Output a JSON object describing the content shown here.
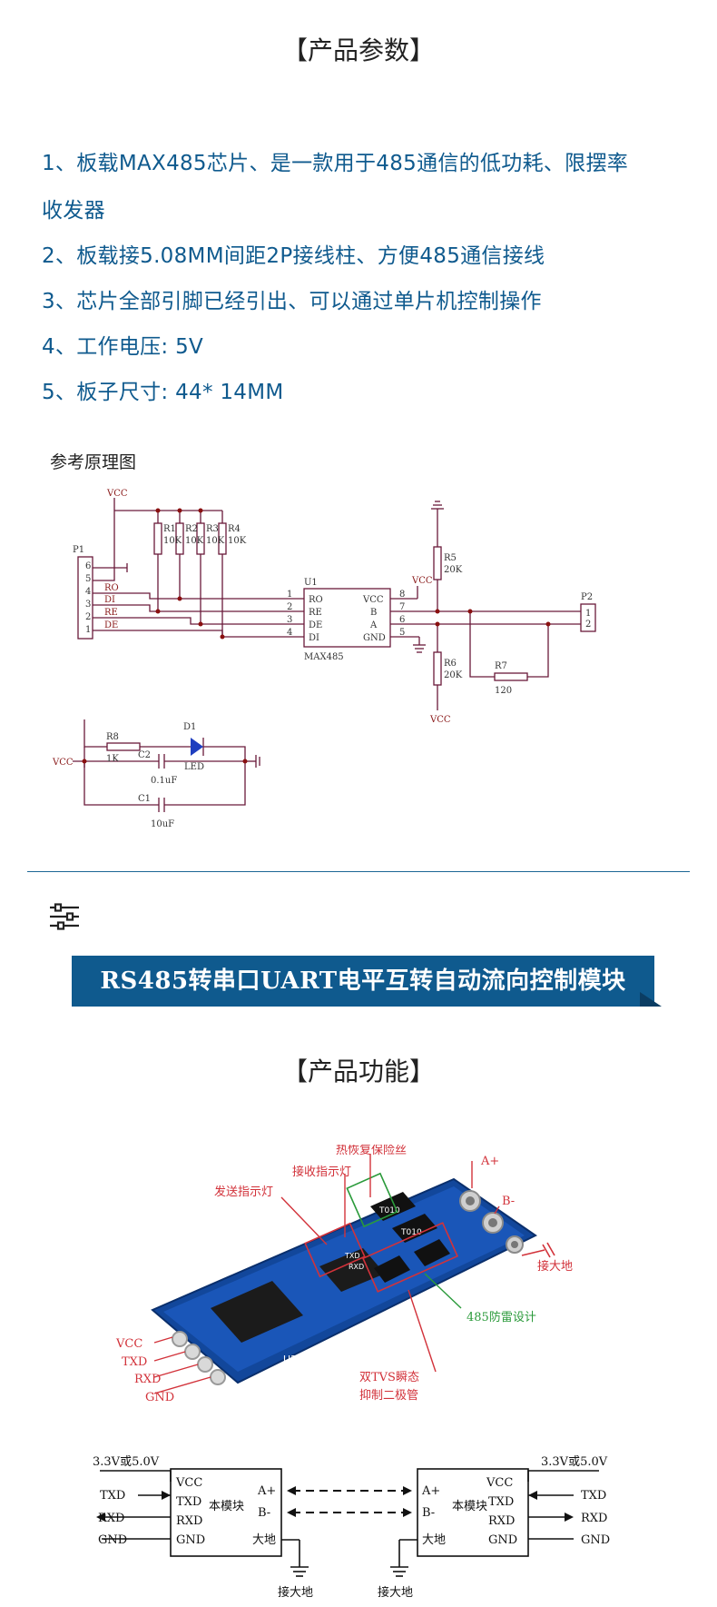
{
  "params": {
    "title": "【产品参数】",
    "items": [
      "1、板载MAX485芯片、是一款用于485通信的低功耗、限摆率",
      "收发器",
      "2、板载接5.08MM间距2P接线柱、方便485通信接线",
      "3、芯片全部引脚已经引出、可以通过单片机控制操作",
      "4、工作电压: 5V",
      "5、板子尺寸: 44* 14MM"
    ]
  },
  "schematic": {
    "title": "参考原理图",
    "vcc": "VCC",
    "p1": "P1",
    "p1_pins": [
      "6",
      "5",
      "4",
      "3",
      "2",
      "1"
    ],
    "p1_signals": [
      "RO",
      "DI",
      "RE",
      "DE"
    ],
    "resistors": [
      "R1",
      "R2",
      "R3",
      "R4"
    ],
    "res_value": "10K",
    "u1": "U1",
    "u1_left": [
      "RO",
      "RE",
      "DE",
      "DI"
    ],
    "u1_right": [
      "VCC",
      "B",
      "A",
      "GND"
    ],
    "u1_lnum": [
      "1",
      "2",
      "3",
      "4"
    ],
    "u1_rnum": [
      "8",
      "7",
      "6",
      "5"
    ],
    "u1_name": "MAX485",
    "r5": "R5",
    "r5_val": "20K",
    "r6": "R6",
    "r6_val": "20K",
    "r7": "R7",
    "r7_val": "120",
    "p2": "P2",
    "p2_pins": [
      "1",
      "2"
    ],
    "r8": "R8",
    "r8_val": "1K",
    "d1": "D1",
    "led": "LED",
    "c2": "C2",
    "c2_val": "0.1uF",
    "c1": "C1",
    "c1_val": "10uF"
  },
  "banner": {
    "text": "RS485转串口UART电平互转自动流向控制模块"
  },
  "functions": {
    "title": "【产品功能】",
    "labels": {
      "fuse": "热恢复保险丝",
      "rx_led": "接收指示灯",
      "tx_led": "发送指示灯",
      "a_plus": "A+",
      "b_minus": "B-",
      "ground": "接大地",
      "surge": "485防雷设计",
      "tvs_1": "双TVS瞬态",
      "tvs_2": "抑制二极管",
      "vcc": "VCC",
      "txd": "TXD",
      "rxd": "RXD",
      "gnd": "GND"
    },
    "board_text": {
      "u2": "U2",
      "t010": "T010",
      "led_pins": [
        "TXD",
        "RXD"
      ]
    }
  },
  "wiring": {
    "left_supply": "3.3V或5.0V",
    "right_supply": "3.3V或5.0V",
    "module": "本模块",
    "pins_left": [
      "VCC",
      "TXD",
      "RXD",
      "GND"
    ],
    "bus": [
      "A+",
      "B-"
    ],
    "earth_pin": "大地",
    "ext_left": [
      "TXD",
      "RXD",
      "GND"
    ],
    "ground": "接大地"
  }
}
